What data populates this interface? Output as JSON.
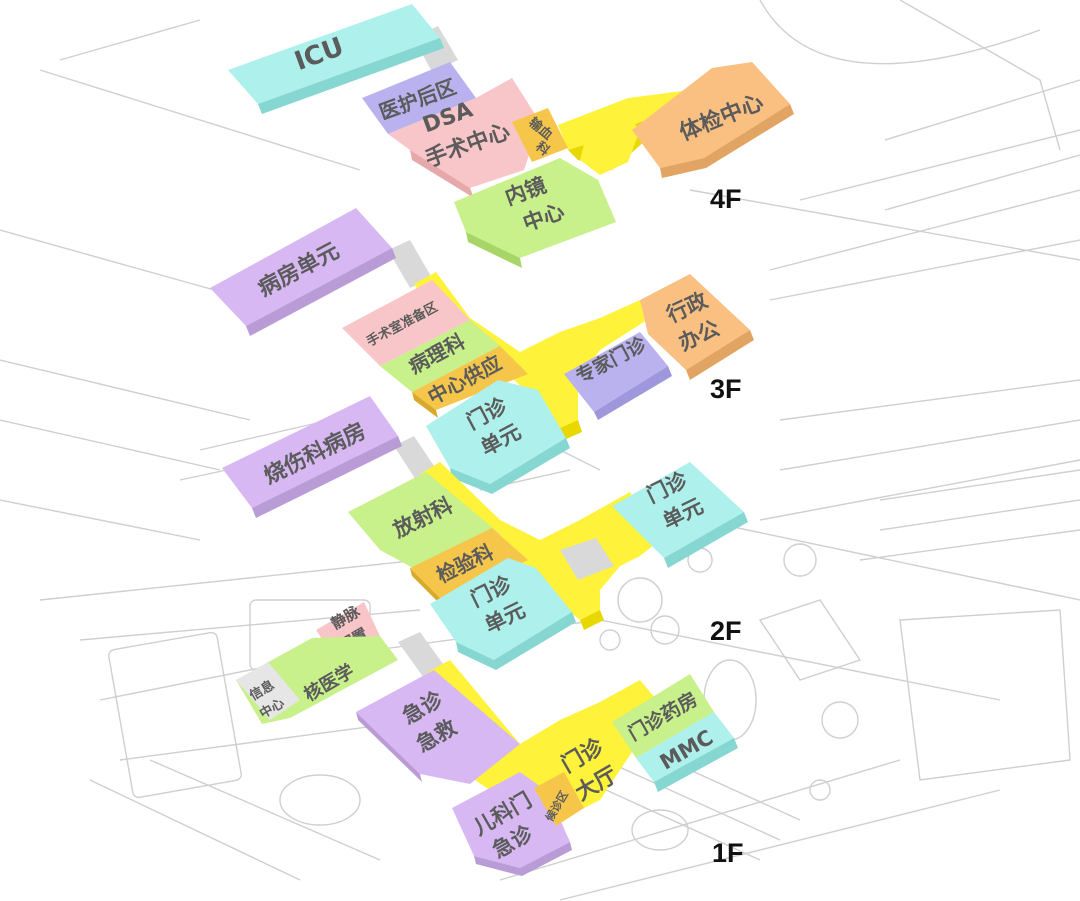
{
  "colors": {
    "corridor": "#fff23a",
    "corridor_side": "#e8d800",
    "gray": "#d9d9d9",
    "text": "#5b5b5b"
  },
  "floors": {
    "f4": "4F",
    "f3": "3F",
    "f2": "2F",
    "f1": "1F"
  },
  "floor4": {
    "icu": "ICU",
    "post_op_area": "医护后区",
    "surgery_dsa": "DSA",
    "surgery_center": "手术中心",
    "transfusion_a": "输血",
    "transfusion_b": "科",
    "endoscopy_a": "内镜",
    "endoscopy_b": "中心",
    "health_check": "体检中心"
  },
  "floor3": {
    "ward_unit": "病房单元",
    "preop_area": "手术室准备区",
    "pathology": "病理科",
    "central_supply": "中心供应",
    "expert_clinic": "专家门诊",
    "admin_a": "行政",
    "admin_b": "办公",
    "clinic_a": "门诊",
    "clinic_b": "单元"
  },
  "floor2": {
    "burn_ward": "烧伤科病房",
    "radiology": "放射科",
    "lab": "检验科",
    "clinic_right_a": "门诊",
    "clinic_right_b": "单元",
    "clinic_left_a": "门诊",
    "clinic_left_b": "单元"
  },
  "floor1": {
    "iv_a": "静脉",
    "iv_b": "配置",
    "info_a": "信息",
    "info_b": "中心",
    "nuclear_med": "核医学",
    "emergency_a": "急诊",
    "emergency_b": "急救",
    "pediatric_a": "儿科门",
    "pediatric_b": "急诊",
    "waiting_area": "候诊区",
    "hall_a": "门诊",
    "hall_b": "大厅",
    "pharmacy": "门诊药房",
    "mmc": "MMC"
  }
}
